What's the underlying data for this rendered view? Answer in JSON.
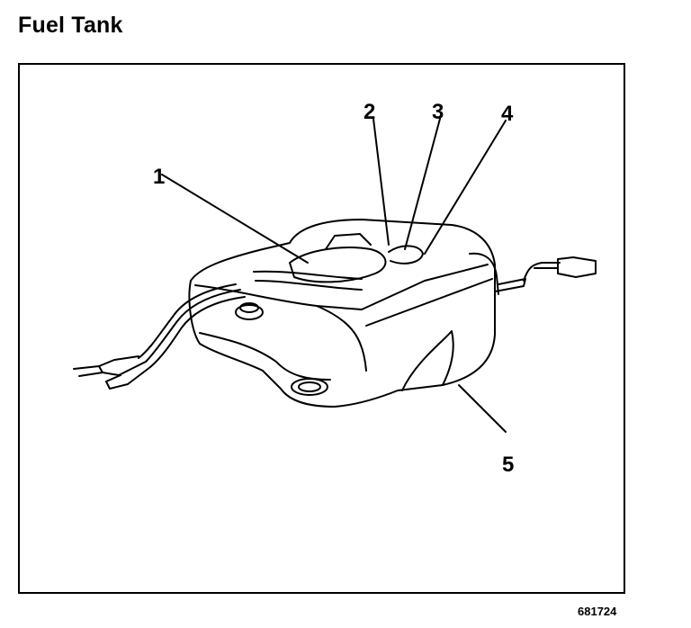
{
  "title": "Fuel Tank",
  "figure_id": "681724",
  "callouts": [
    "1",
    "2",
    "3",
    "4",
    "5"
  ]
}
